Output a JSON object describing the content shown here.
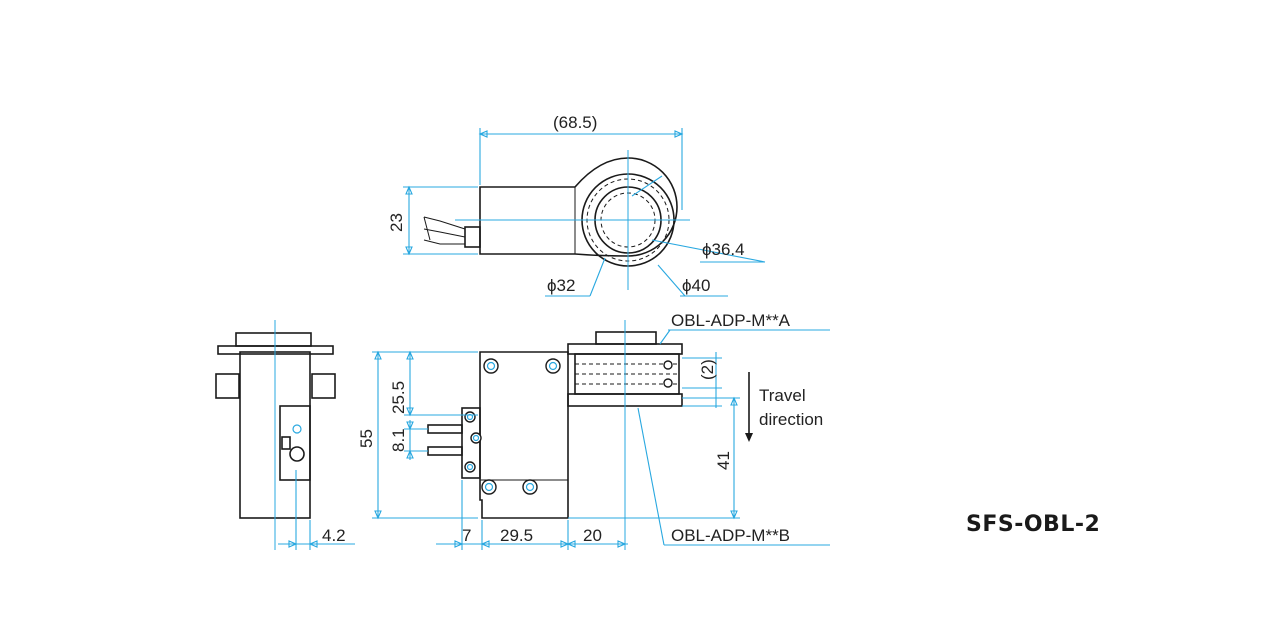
{
  "drawing": {
    "model_name": "SFS-OBL-2",
    "dimensions": {
      "overall_width_top": "(68.5)",
      "height_top": "23",
      "diameter_inner": "ϕ32",
      "diameter_mid": "ϕ36.4",
      "diameter_outer": "ϕ40",
      "overall_height": "55",
      "upper_height": "25.5",
      "connector_offset": "8.1",
      "side_offset": "4.2",
      "base_7": "7",
      "base_29_5": "29.5",
      "base_20": "20",
      "ring_gap": "(2)",
      "travel_height": "41"
    },
    "labels": {
      "adapter_a": "OBL-ADP-M**A",
      "adapter_b": "OBL-ADP-M**B",
      "travel_line1": "Travel",
      "travel_line2": "direction"
    },
    "colors": {
      "outline": "#1a1a1a",
      "dimension": "#29a8e0"
    }
  }
}
